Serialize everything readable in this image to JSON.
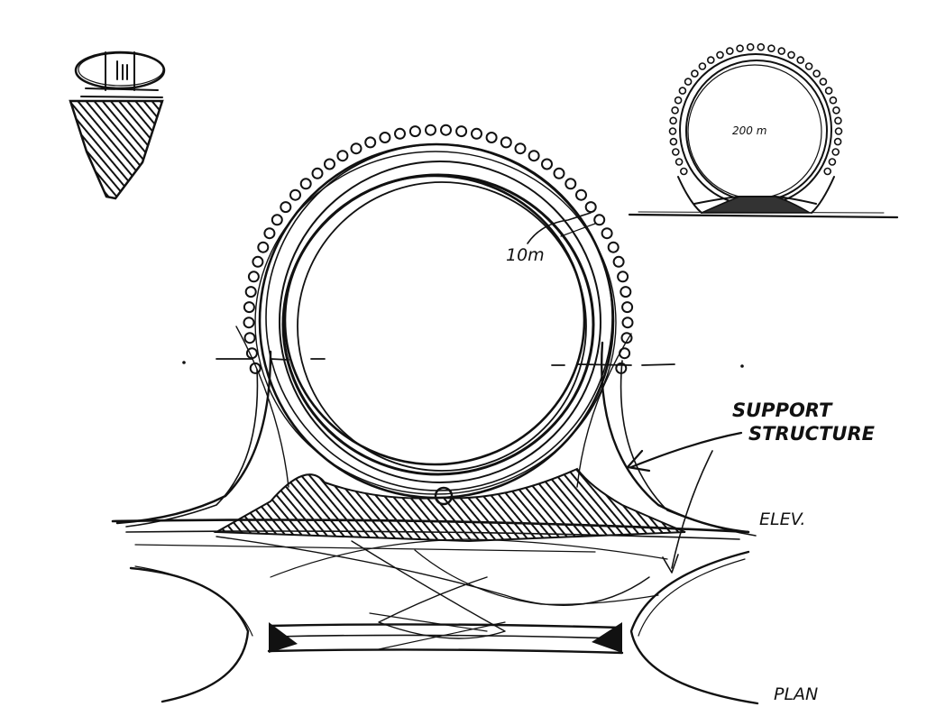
{
  "labels": {
    "support_line1": "SUPPORT",
    "support_line2": "STRUCTURE",
    "dimension_ring": "10m",
    "dimension_diameter": "200 m",
    "elevation": "ELEV.",
    "plan": "PLAN"
  },
  "colors": {
    "ink": "#111111",
    "paper": "#ffffff"
  }
}
